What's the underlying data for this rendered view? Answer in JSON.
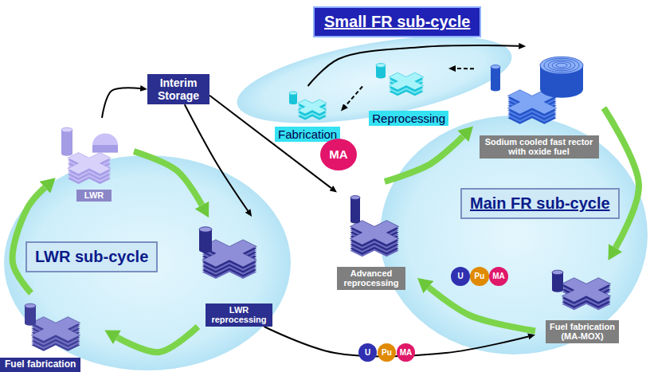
{
  "diagram": {
    "nodes": [
      {
        "text": [
          "Small FR sub-cycle"
        ]
      },
      {
        "text": [
          "Interim Storage"
        ]
      },
      {
        "text": [
          "Fabrication"
        ]
      },
      {
        "text": [
          "Reprocessing"
        ]
      },
      {
        "text": [
          "Sodium cooled fast rector with oxide fuel"
        ]
      },
      {
        "text": [
          "MA"
        ]
      },
      {
        "text": [
          "LWR"
        ]
      },
      {
        "text": [
          "Advanced reprocessing"
        ]
      },
      {
        "text": [
          "Main FR sub-cycle"
        ]
      },
      {
        "text": [
          "LWR sub-cycle"
        ]
      },
      {
        "text": [
          "LWR reprocessing"
        ]
      },
      {
        "text": [
          "U"
        ]
      },
      {
        "text": [
          "Pu"
        ]
      },
      {
        "text": [
          "MA"
        ]
      },
      {
        "text": [
          "Fuel fabrication (MA-MOX)"
        ]
      },
      {
        "text": [
          "Fuel fabrication"
        ]
      },
      {
        "text": [
          "U"
        ]
      },
      {
        "text": [
          "Pu"
        ]
      },
      {
        "text": [
          "MA"
        ]
      }
    ],
    "edges": [
      {
        "from": 6,
        "to": 1,
        "arrow": "to"
      },
      {
        "from": 1,
        "to": 10,
        "arrow": "to"
      },
      {
        "from": 1,
        "to": 7,
        "arrow": "to"
      },
      {
        "from": 10,
        "to": 14,
        "arrow": "to"
      },
      {
        "from": 4,
        "to": 3,
        "arrow": "to"
      },
      {
        "from": 3,
        "to": 2,
        "arrow": "to"
      },
      {
        "from": 2,
        "to": 4,
        "arrow": "to"
      },
      {
        "from": 6,
        "to": 10,
        "arrow": "to"
      },
      {
        "from": 10,
        "to": 15,
        "arrow": "to"
      },
      {
        "from": 15,
        "to": 6,
        "arrow": "to"
      },
      {
        "from": 7,
        "to": 4,
        "arrow": "to"
      },
      {
        "from": 4,
        "to": 14,
        "arrow": "to"
      },
      {
        "from": 14,
        "to": 7,
        "arrow": "to"
      }
    ]
  }
}
